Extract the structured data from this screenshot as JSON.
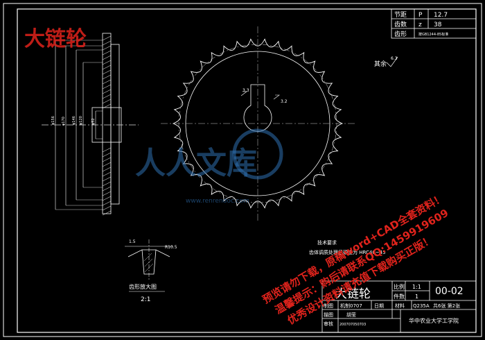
{
  "watermark_title": "大链轮",
  "param_table": {
    "rows": [
      {
        "label": "节距",
        "symbol": "P",
        "value": "12.7"
      },
      {
        "label": "齿数",
        "symbol": "z",
        "value": "38"
      },
      {
        "label": "齿形",
        "symbol": "",
        "value": "按GB1244-85标准"
      }
    ]
  },
  "annotations": {
    "roughness_rest": "其余",
    "roughness_value": "6.3",
    "tech_req_title": "技术要求",
    "tech_req_text": "齿体调质处理后硬度为 HRC40~45",
    "detail_title": "齿形放大图",
    "detail_scale": "2:1",
    "detail_dim_a": "1.5",
    "detail_dim_b": "R10.5",
    "keyway_dim": "3.3",
    "keyway_dim2": "3.2"
  },
  "dims_vertical": [
    "φ156",
    "φ170",
    "φ146",
    "φ120",
    "φ52"
  ],
  "title_block": {
    "part_name": "大链轮",
    "scale_label": "比例",
    "scale_value": "1:1",
    "qty_label": "件数",
    "qty_value": "1",
    "drawing_no": "00-02",
    "drawn_label": "制图",
    "drawn_value": "机制0707",
    "date_label": "日期",
    "material_label": "材料",
    "material_value": "Q235A",
    "sheets": "共6张 第2张",
    "drawing_label": "描图",
    "drawing_person": "胡莹",
    "review_label": "审核",
    "review_value": "200707050703",
    "school": "华中农业大学工学院"
  },
  "logo_text": "人人文库",
  "logo_url_text": "www.renrendoc.com",
  "red_watermark_lines": [
    "预览请勿下载，原稿word+CAD全套资料！",
    "温馨提示：购后请联系QQ:1459919609",
    "优秀设计资料请充值下载购买正版！"
  ]
}
